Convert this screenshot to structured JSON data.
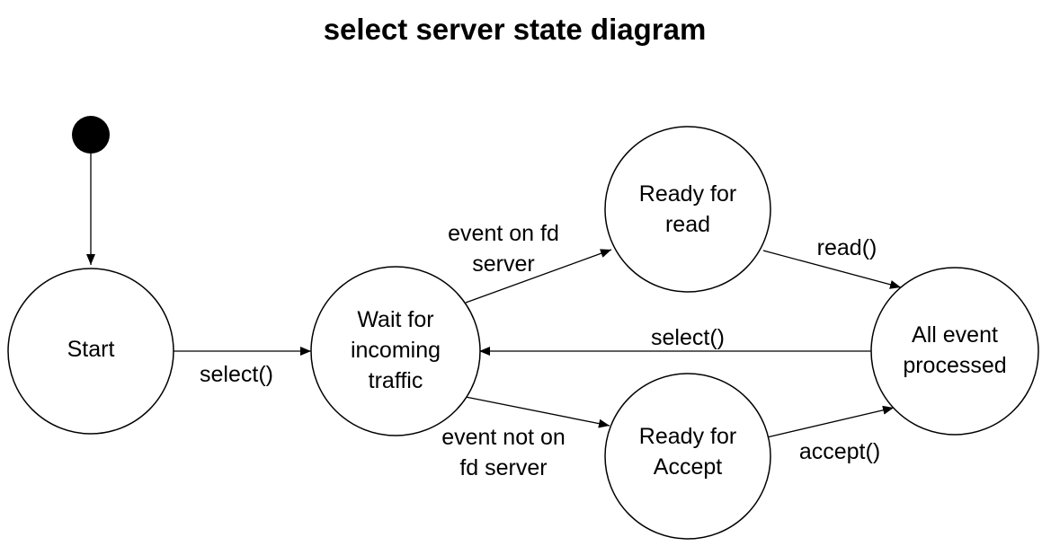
{
  "title": "select server state diagram",
  "colors": {
    "stroke": "#000000",
    "node_fill": "#ffffff",
    "initial_fill": "#000000",
    "background": "#ffffff"
  },
  "states": {
    "start": {
      "line1": "Start"
    },
    "wait": {
      "line1": "Wait for",
      "line2": "incoming",
      "line3": "traffic"
    },
    "ready_read": {
      "line1": "Ready for",
      "line2": "read"
    },
    "ready_accept": {
      "line1": "Ready for",
      "line2": "Accept"
    },
    "all_processed": {
      "line1": "All event",
      "line2": "processed"
    }
  },
  "transitions": {
    "start_to_wait": {
      "label": "select()"
    },
    "wait_to_read": {
      "line1": "event on fd",
      "line2": "server"
    },
    "wait_to_accept": {
      "line1": "event not on",
      "line2": "fd server"
    },
    "read_to_processed": {
      "label": "read()"
    },
    "accept_to_processed": {
      "label": "accept()"
    },
    "processed_to_wait": {
      "label": "select()"
    }
  }
}
